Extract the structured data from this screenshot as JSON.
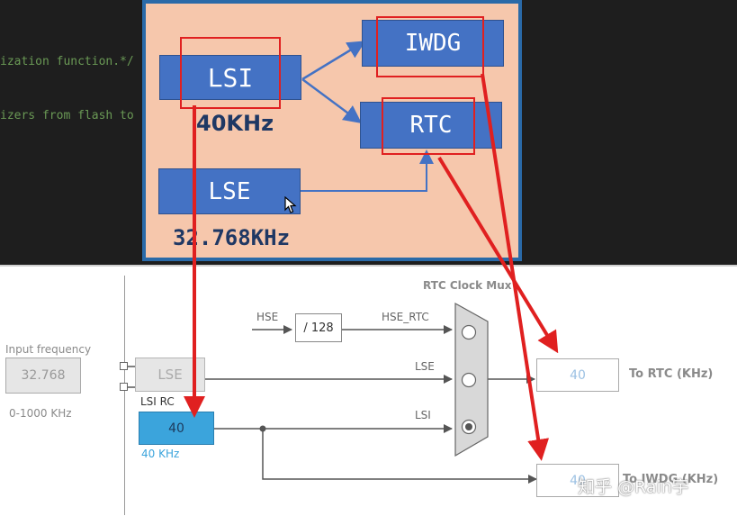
{
  "code": {
    "line1": "ization function.*/",
    "line2": "izers from flash to"
  },
  "diagram": {
    "lsi_label": "LSI",
    "lsi_freq": "40KHz",
    "lse_label": "LSE",
    "lse_freq": "32.768KHz",
    "iwdg_label": "IWDG",
    "rtc_label": "RTC"
  },
  "clock_config": {
    "rtc_mux_title": "RTC Clock Mux",
    "input_frequency_label": "Input frequency",
    "input_frequency_value": "32.768",
    "input_range": "0-1000 KHz",
    "lse_box": "LSE",
    "lsi_rc_label": "LSI RC",
    "lsi_value": "40",
    "lsi_khz": "40 KHz",
    "hse_label": "HSE",
    "divider": "/ 128",
    "hse_rtc_label": "HSE_RTC",
    "lse_wire_label": "LSE",
    "lsi_wire_label": "LSI",
    "rtc_out_value": "40",
    "rtc_out_label": "To RTC (KHz)",
    "iwdg_out_value": "40",
    "iwdg_out_label": "To IWDG (KHz)",
    "mux_selected": "LSI"
  },
  "watermark": "知乎 @Rain宇",
  "colors": {
    "accent_blue": "#4472c4",
    "overlay_bg": "#f6c7ac",
    "annotation_red": "#e02020",
    "lsi_selected": "#3ba4dc"
  }
}
